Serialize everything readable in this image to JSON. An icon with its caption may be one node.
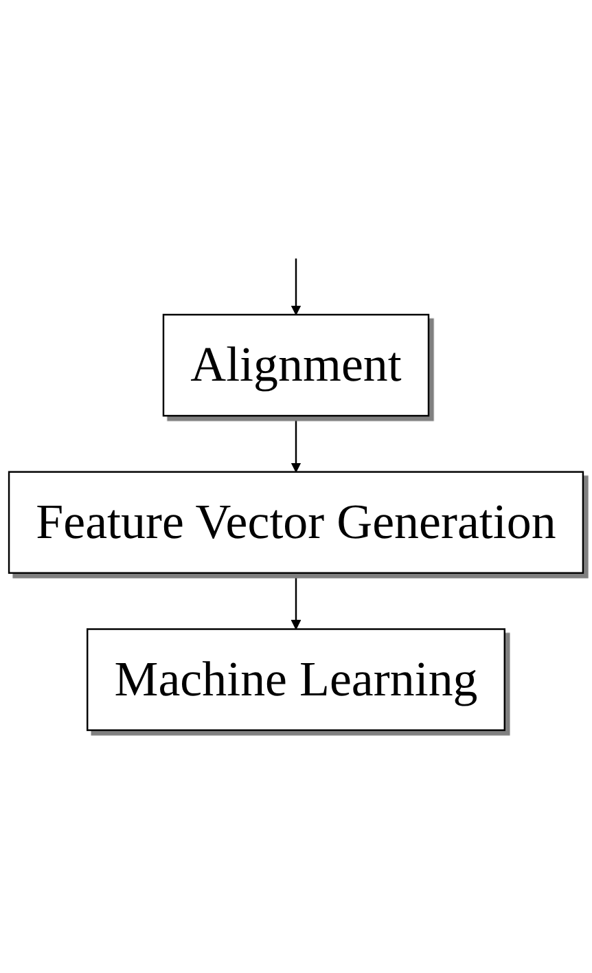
{
  "diagram": {
    "nodes": [
      {
        "text": [
          "Alignment"
        ]
      },
      {
        "text": [
          "Feature Vector Generation"
        ]
      },
      {
        "text": [
          "Machine Learning"
        ]
      }
    ],
    "edges": [
      {
        "from": null,
        "to": 0,
        "arrow": "to"
      },
      {
        "from": 0,
        "to": 1,
        "arrow": "to"
      },
      {
        "from": 1,
        "to": 2,
        "arrow": "to"
      }
    ]
  }
}
